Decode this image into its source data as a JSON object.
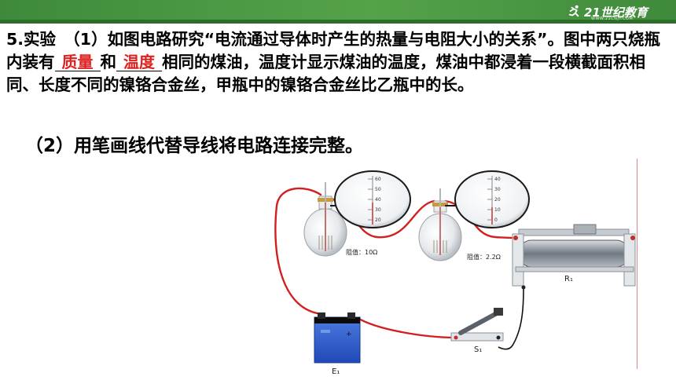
{
  "header": {
    "logo_text": "21世纪教育",
    "logo_subtext": "WWW.21CNJY.COM"
  },
  "question": {
    "part1_prefix": "5.实验　（1）如图电路研究“电流通过导体时产生的热量与电阻大小的关系”。图中两只烧瓶内装有",
    "blank1_answer": "质量",
    "connector": "和",
    "blank2_answer": "温度",
    "part1_suffix": "相同的煤油，温度计显示煤油的温度，煤油中都浸着一段横截面积相同、长度不同的镍铬合金丝，甲瓶中的镍铬合金丝比乙瓶中的长。"
  },
  "sub_question": {
    "text": "（2）用笔画线代替导线将电路连接完整。"
  },
  "diagram": {
    "flask1_label": "阻值：10Ω",
    "flask2_label": "阻值：2.2Ω",
    "rheostat_label": "R₁",
    "switch_label": "S₁",
    "battery_label": "E₁",
    "battery_minus": "-",
    "battery_plus": "+",
    "gauge1_ticks": [
      "60",
      "50",
      "40",
      "30",
      "20"
    ],
    "gauge2_ticks": [
      "40",
      "30",
      "20",
      "10",
      "0"
    ],
    "wire_color": "#d31f1f",
    "black_wire_color": "#111111"
  }
}
